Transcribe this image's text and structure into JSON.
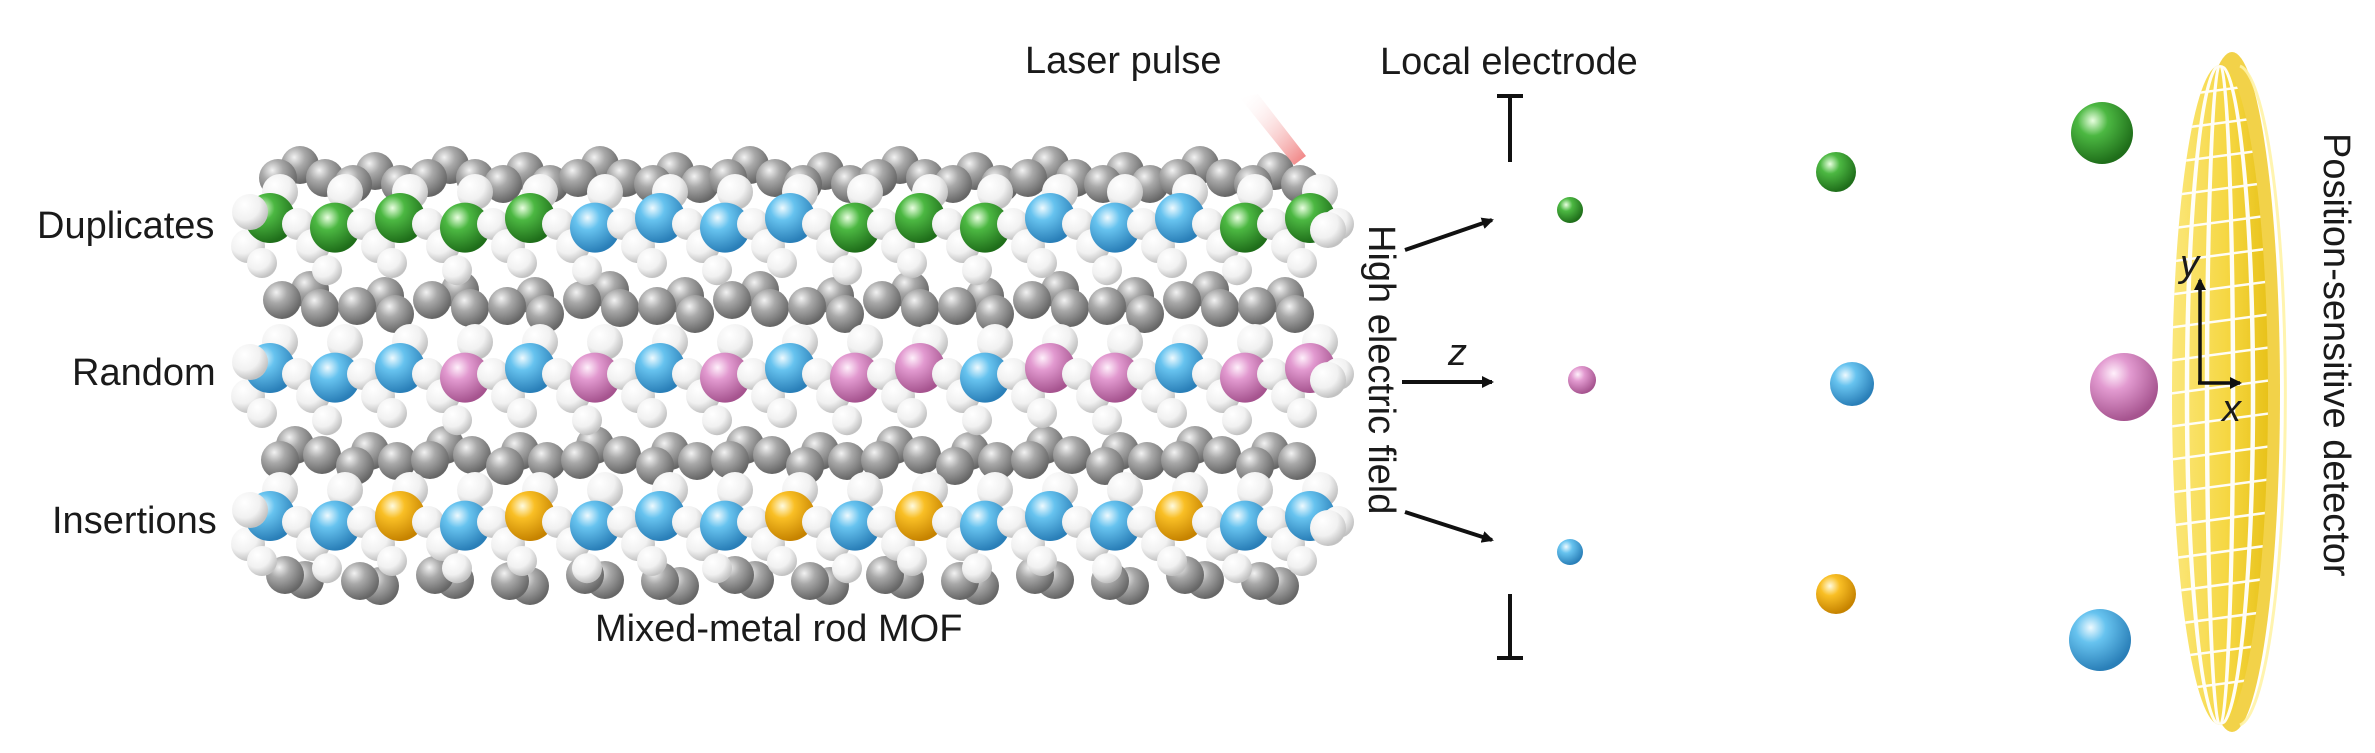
{
  "labels": {
    "row_duplicates": "Duplicates",
    "row_random": "Random",
    "row_insertions": "Insertions",
    "mof_caption": "Mixed-metal rod MOF",
    "laser": "Laser pulse",
    "electrode": "Local electrode",
    "field": "High electric field",
    "detector": "Position-sensitive detector",
    "axis_z": "z",
    "axis_x": "x",
    "axis_y": "y"
  },
  "colors": {
    "green": "#3fa535",
    "pink": "#df8ec8",
    "blue": "#5bb9ea",
    "yellow": "#f8bb1c",
    "grey": "#9a9a9a",
    "white": "#f4f4f4",
    "detector_fill": "#f7dc55",
    "laser": "#ee7777"
  },
  "rows": [
    {
      "name": "duplicates",
      "colors": [
        "green",
        "green",
        "green",
        "green",
        "green",
        "blue",
        "blue",
        "blue",
        "blue",
        "green",
        "green",
        "green",
        "blue",
        "blue",
        "blue",
        "green",
        "green"
      ]
    },
    {
      "name": "random",
      "colors": [
        "blue",
        "blue",
        "blue",
        "pink",
        "blue",
        "pink",
        "blue",
        "pink",
        "blue",
        "pink",
        "pink",
        "blue",
        "pink",
        "pink",
        "blue",
        "pink",
        "pink"
      ]
    },
    {
      "name": "insertions",
      "colors": [
        "blue",
        "blue",
        "yellow",
        "blue",
        "yellow",
        "blue",
        "blue",
        "blue",
        "yellow",
        "blue",
        "yellow",
        "blue",
        "blue",
        "blue",
        "yellow",
        "blue",
        "blue"
      ]
    }
  ],
  "ions_mid": [
    "green",
    "pink",
    "blue"
  ],
  "ions_right": [
    "green",
    "blue",
    "yellow"
  ],
  "ions_detector": [
    "green",
    "pink",
    "blue"
  ]
}
